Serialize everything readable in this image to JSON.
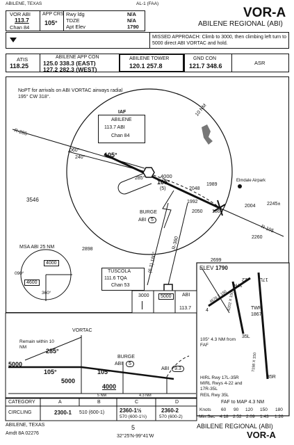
{
  "header": {
    "location": "ABILENE, TEXAS",
    "volume": "AL-1 (FAA)",
    "procedure_title": "VOR-A",
    "airport_name": "ABILENE REGIONAL (ABI)",
    "vor_label": "VOR ABI",
    "vor_freq": "113.7",
    "vor_chan": "Chan 84",
    "app_crs_label": "APP CRS",
    "app_crs_value": "105°",
    "rwy_ldg_label": "Rwy ldg",
    "rwy_ldg_value": "N/A",
    "tdze_label": "TDZE",
    "tdze_value": "N/A",
    "apt_elev_label": "Apt Elev",
    "apt_elev_value": "1790",
    "missed_approach": "MISSED APPROACH: Climb to 3000, then climbing left turn to 5000 direct ABI VORTAC and hold."
  },
  "comms": {
    "atis_label": "ATIS",
    "atis_freq": "118.25",
    "app_con_label": "ABILENE APP CON",
    "app_con_line1": "125.0  338.3 (EAST)",
    "app_con_line2": "127.2  282.3 (WEST)",
    "tower_label": "ABILENE TOWER",
    "tower_freq": "120.1  257.8",
    "gnd_label": "GND CON",
    "gnd_freq": "121.7  348.6",
    "asr": "ASR"
  },
  "plan": {
    "note": "NoPT for arrivals on ABI VORTAC airways radial 195° CW 318°.",
    "iaf_label": "IAF",
    "iaf_name": "ABILENE",
    "iaf_freq": "113.7 ABI",
    "iaf_chan": "Chan 84",
    "ring": "10 NM",
    "r285": "R-285",
    "r105": "R-105",
    "r360": "R-360",
    "course_inbound": "105°",
    "course_105_b": "105°",
    "alt_4000": "4000",
    "dist_5": "(5)",
    "hold_285": "285°",
    "hold_060": "060°",
    "hold_240": "240°",
    "burge": "BURGE",
    "burge_dme": "ABI",
    "burge_dme_num": "5",
    "elmdale": "Elmdale Airpark",
    "tuscola_name": "TUSCOLA",
    "tuscola_freq": "111.6 TQA",
    "tuscola_chan": "Chan 53",
    "r_180": "(6.1) 180°",
    "elev_3546": "3546",
    "elev_2898": "2898",
    "elev_1989": "1989",
    "elev_2048": "2048",
    "elev_1992": "1992",
    "elev_2050": "2050",
    "elev_1869": "1869",
    "elev_2004": "2004",
    "elev_2245": "2245±",
    "elev_2260": "2260",
    "elev_2699": "2699",
    "msa_title": "MSA ABI 25 NM",
    "msa_4000": "4000",
    "msa_4600": "4600",
    "msa_090": "090°",
    "msa_360": "360°"
  },
  "airport": {
    "elev_label": "ELEV",
    "elev_value": "1790",
    "twr_label": "TWR",
    "twr_value": "1867",
    "rwy_17l": "17L",
    "rwy_35r": "35R",
    "rwy_17r": "17R",
    "rwy_35l": "35L",
    "rwy_4": "4",
    "rwy_22": "22",
    "dim_17l": "7198 X 150",
    "dim_4": "4678 X 150",
    "dim_17r": "6202 X 150",
    "fac_note": "105° 4.3 NM from FAF",
    "lights_1": "HIRL Rwy 17L-35R",
    "lights_2": "MIRL Rwys 4-22 and 17R-35L",
    "lights_3": "REIL Rwy 35L"
  },
  "missed_icons": {
    "climb_alt": "3000",
    "turn_alt": "5000",
    "fix": "ABI",
    "fix_freq": "113.7"
  },
  "profile": {
    "vortac": "VORTAC",
    "remain": "Remain within 10 NM",
    "course_285": "285°",
    "course_105": "105°",
    "alt_5000_a": "5000",
    "alt_5000_b": "5000",
    "alt_4000": "4000",
    "burge": "BURGE",
    "burge_dme": "ABI",
    "burge_num": "5",
    "fix_label": "ABI",
    "fix_num": "9.3",
    "course_105_b": "105°",
    "seg_5": "5 NM",
    "seg_43": "4.3 NM"
  },
  "minimums": {
    "headers": [
      "CATEGORY",
      "A",
      "B",
      "C",
      "D"
    ],
    "row_label": "CIRCLING",
    "a": "2300-1",
    "ab_hat": "510 (600-1)",
    "c_main": "2360-1½",
    "c_hat": "570 (600-1½)",
    "d_main": "2360-2",
    "d_hat": "570 (600-2)"
  },
  "timing": {
    "title": "FAF to MAP 4.3 NM",
    "knots_label": "Knots",
    "knots": [
      "60",
      "90",
      "120",
      "150",
      "180"
    ],
    "min_label": "Min:Sec",
    "times": [
      "4:18",
      "2:52",
      "2:09",
      "1:43",
      "1:26"
    ]
  },
  "footer": {
    "location": "ABILENE, TEXAS",
    "amdt": "Amdt 8A  02276",
    "coords": "32°25'N-99°41'W",
    "page": "5",
    "airport_name": "ABILENE REGIONAL (ABI)",
    "procedure_title": "VOR-A"
  }
}
